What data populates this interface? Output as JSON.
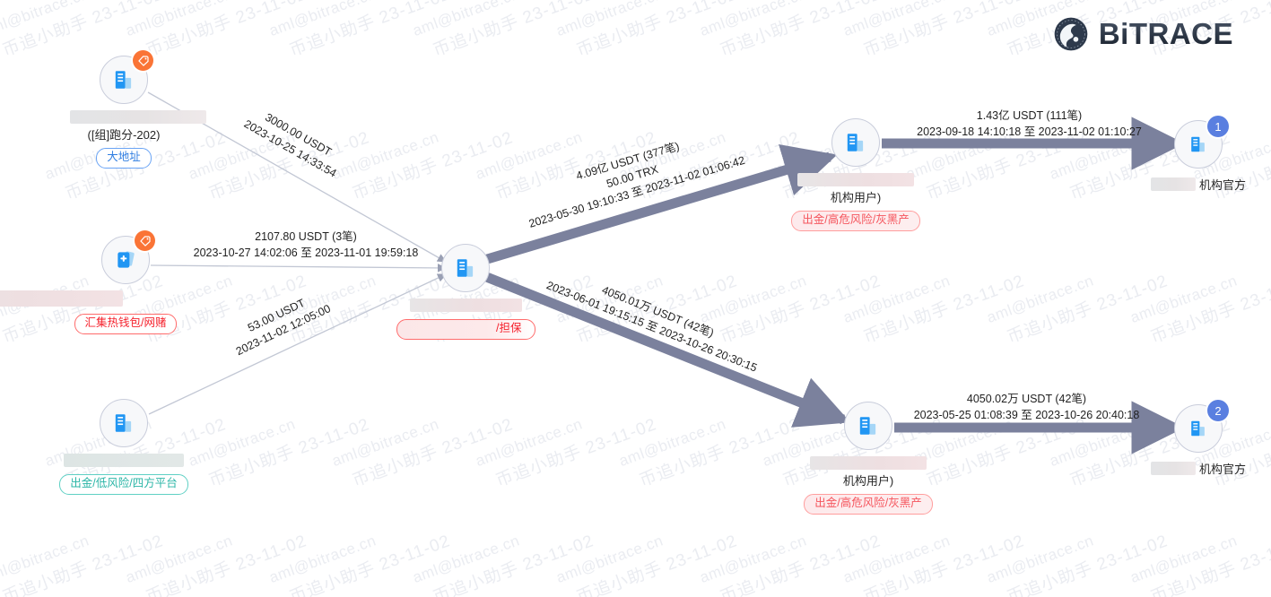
{
  "brand": {
    "name": "BiTRACE",
    "logo_icon": "bitrace-globe-icon"
  },
  "watermark": {
    "line1": "aml@bitrace.cn",
    "line2": "币追小助手 23-11-02"
  },
  "nodes": [
    {
      "id": "group-runner-202",
      "icon": "building-icon",
      "badge_icon": "tag-badge-icon",
      "name": "([组]跑分-202)",
      "tag": "大地址",
      "tag_style": "blue",
      "redacted_width": 152
    },
    {
      "id": "hot-wallet-gambling",
      "icon": "wallet-card-icon",
      "badge_icon": "tag-badge-icon",
      "name": "",
      "tag": "汇集热钱包/网赌",
      "tag_style": "red",
      "redacted_width": 280
    },
    {
      "id": "withdraw-low-risk-platform",
      "icon": "building-icon",
      "badge_icon": "",
      "name": "",
      "tag": "出金/低风险/四方平台",
      "tag_style": "teal",
      "redacted_width": 134
    },
    {
      "id": "center-guarantee",
      "icon": "building-icon",
      "badge_icon": "",
      "name": "",
      "tag": "/担保",
      "tag_style": "redfill",
      "redacted_width": 125
    },
    {
      "id": "institution-user-top",
      "icon": "building-icon",
      "badge_icon": "",
      "name": "机构用户)",
      "tag": "出金/高危风险/灰黑产",
      "tag_style": "redfill2",
      "redacted_width": 130
    },
    {
      "id": "institution-user-bottom",
      "icon": "building-icon",
      "badge_icon": "",
      "name": "机构用户)",
      "tag": "出金/高危风险/灰黑产",
      "tag_style": "redfill2",
      "redacted_width": 130
    },
    {
      "id": "institution-official-top",
      "icon": "building-icon",
      "badge_number": "1",
      "name": "机构官方",
      "tag": "",
      "tag_style": "",
      "redacted_width": 50
    },
    {
      "id": "institution-official-bottom",
      "icon": "building-icon",
      "badge_number": "2",
      "name": "机构官方",
      "tag": "",
      "tag_style": "",
      "redacted_width": 50
    }
  ],
  "edges": [
    {
      "id": "edge-group-to-center",
      "amount": "3000.00 USDT",
      "extra": "",
      "period": "2023-10-25 14:33:54"
    },
    {
      "id": "edge-hotwallet-to-center",
      "amount": "2107.80 USDT (3笔)",
      "extra": "",
      "period": "2023-10-27 14:02:06 至 2023-11-01 19:59:18"
    },
    {
      "id": "edge-platform-to-center",
      "amount": "53.00 USDT",
      "extra": "",
      "period": "2023-11-02 12:05:00"
    },
    {
      "id": "edge-center-to-inst-top",
      "amount": "4.09亿 USDT (377笔)",
      "extra": "50.00 TRX",
      "period": "2023-05-30 19:10:33 至 2023-11-02 01:06:42"
    },
    {
      "id": "edge-center-to-inst-bottom",
      "amount": "4050.01万 USDT (42笔)",
      "extra": "",
      "period": "2023-06-01 19:15:15 至 2023-10-26 20:30:15"
    },
    {
      "id": "edge-inst-top-to-official",
      "amount": "1.43亿 USDT (111笔)",
      "extra": "",
      "period": "2023-09-18 14:10:18 至 2023-11-02 01:10:27"
    },
    {
      "id": "edge-inst-bottom-to-official",
      "amount": "4050.02万 USDT (42笔)",
      "extra": "",
      "period": "2023-05-25 01:08:39 至 2023-10-26 20:40:18"
    }
  ],
  "colors": {
    "thick_edge": "#7b819d",
    "thin_edge": "#b8bdcb",
    "node_icon": "#2196f3",
    "badge_orange": "#fa7436",
    "badge_blue": "#5a7fe0",
    "tag_blue": "#2f7de1",
    "tag_red": "#f5222d",
    "tag_teal": "#2ab5a6"
  }
}
